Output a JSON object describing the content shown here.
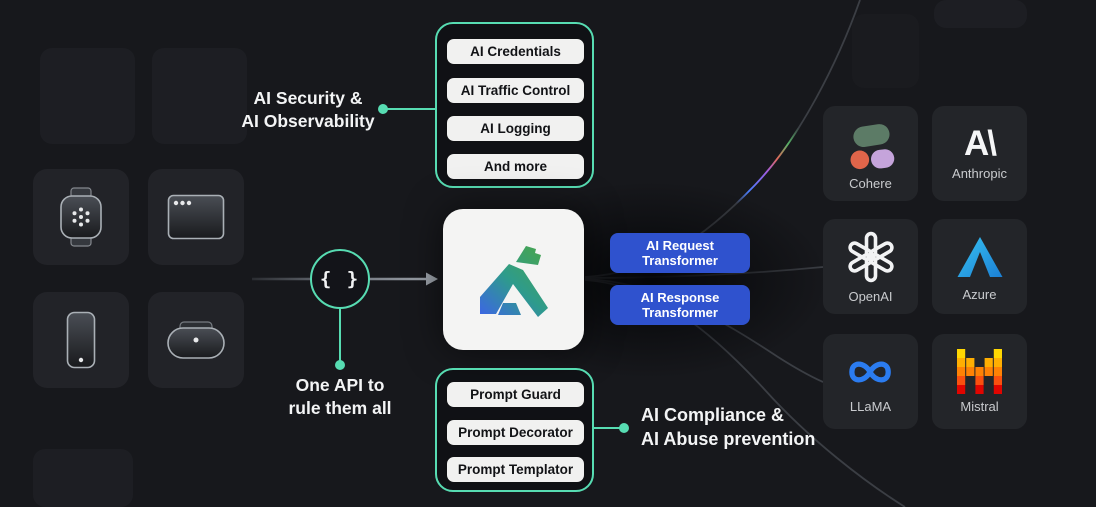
{
  "colors": {
    "background": "#17181c",
    "accent_teal": "#57dcb2",
    "button_blue": "#2f52ce",
    "pill_white": "#f1f1f0",
    "kong_green": "#47a44f",
    "kong_blue": "#3c66e4"
  },
  "left_devices": {
    "items": [
      "smartwatch",
      "browser-window",
      "smartphone",
      "vr-headset"
    ]
  },
  "security": {
    "line1": "AI Security &",
    "line2": "AI Observability"
  },
  "top_box": {
    "items": [
      "AI Credentials",
      "AI Traffic Control",
      "AI Logging",
      "And more"
    ]
  },
  "api": {
    "braces": "{ }",
    "tagline_line1": "One API to",
    "tagline_line2": "rule them all"
  },
  "transformers": {
    "request": {
      "line1": "AI Request",
      "line2": "Transformer"
    },
    "response": {
      "line1": "AI Response",
      "line2": "Transformer"
    }
  },
  "bottom_box": {
    "items": [
      "Prompt Guard",
      "Prompt Decorator",
      "Prompt Templator"
    ]
  },
  "compliance": {
    "line1": "AI Compliance &",
    "line2": "AI Abuse prevention"
  },
  "providers": [
    {
      "name": "Cohere"
    },
    {
      "name": "Anthropic",
      "glyph": "A\\"
    },
    {
      "name": "OpenAI"
    },
    {
      "name": "Azure"
    },
    {
      "name": "LLaMA"
    },
    {
      "name": "Mistral"
    }
  ]
}
